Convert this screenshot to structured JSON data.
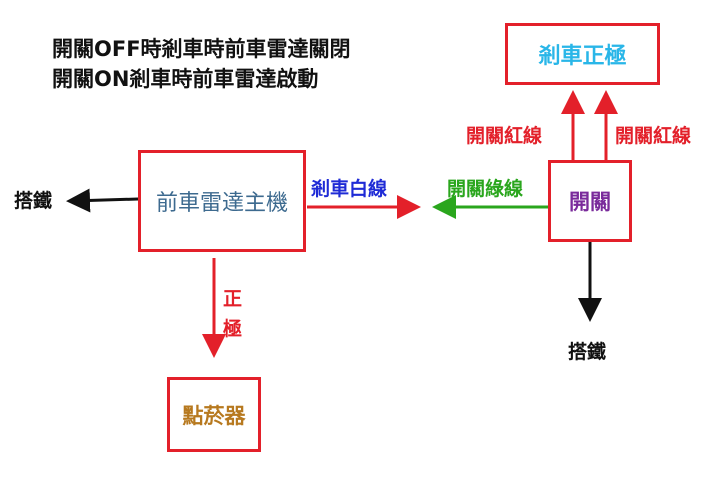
{
  "notes": {
    "line1": "開關OFF時剎車時前車雷達關閉",
    "line2": "開關ON剎車時前車雷達啟動"
  },
  "nodes": {
    "brake_positive": "剎車正極",
    "radar_host": "前車雷達主機",
    "switch": "開關",
    "igniter": "點菸器"
  },
  "labels": {
    "switch_red_left": "開關紅線",
    "switch_red_right": "開關紅線",
    "brake_white": "剎車白線",
    "switch_green": "開關綠線",
    "ground_left": "搭鐵",
    "ground_bottom": "搭鐵",
    "positive_char1": "正",
    "positive_char2": "極"
  },
  "colors": {
    "box_border": "#e3202a",
    "brake_positive_text": "#29b6e8",
    "radar_host_text": "#3d6a8f",
    "switch_text": "#7a2b9b",
    "igniter_text": "#b7791f",
    "red_wire": "#e3202a",
    "white_wire_label": "#1f2bd6",
    "green_wire": "#2aa61d",
    "black_wire": "#111111"
  }
}
